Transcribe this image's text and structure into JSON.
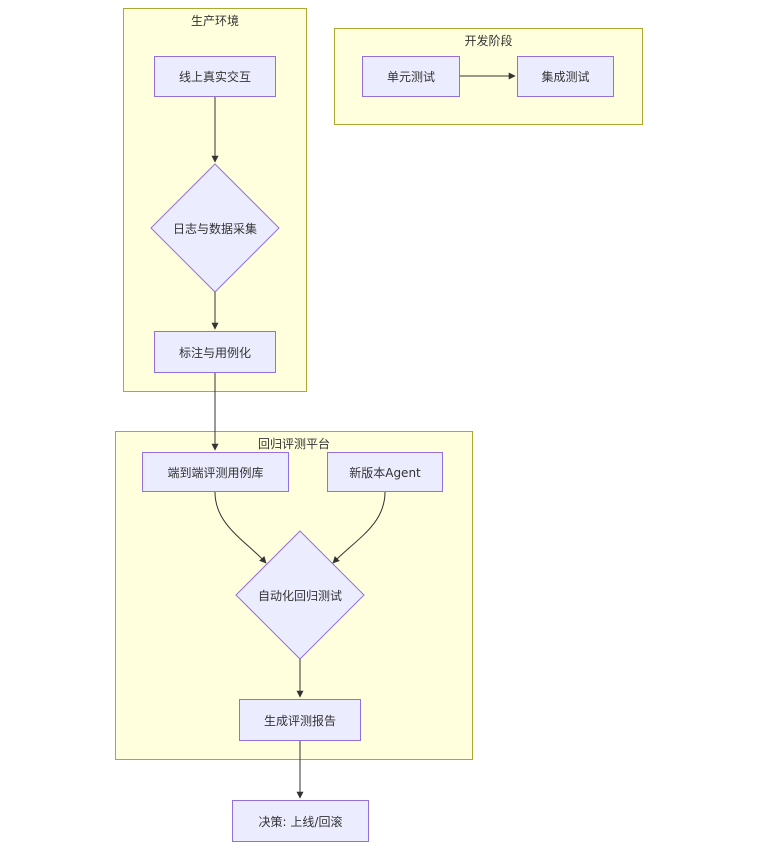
{
  "clusters": {
    "production": {
      "title": "生产环境"
    },
    "development": {
      "title": "开发阶段"
    },
    "regression": {
      "title": "回归评测平台"
    }
  },
  "nodes": {
    "live_interaction": "线上真实交互",
    "log_collection": "日志与数据采集",
    "labeling": "标注与用例化",
    "unit_test": "单元测试",
    "integration_test": "集成测试",
    "e2e_cases": "端到端评测用例库",
    "new_agent": "新版本Agent",
    "auto_regression": "自动化回归测试",
    "report": "生成评测报告",
    "decision": "决策: 上线/回滚"
  },
  "colors": {
    "node_fill": "#ececff",
    "node_stroke": "#9370db",
    "cluster_fill": "#ffffde",
    "cluster_stroke": "#aaaa33",
    "edge": "#333333"
  }
}
